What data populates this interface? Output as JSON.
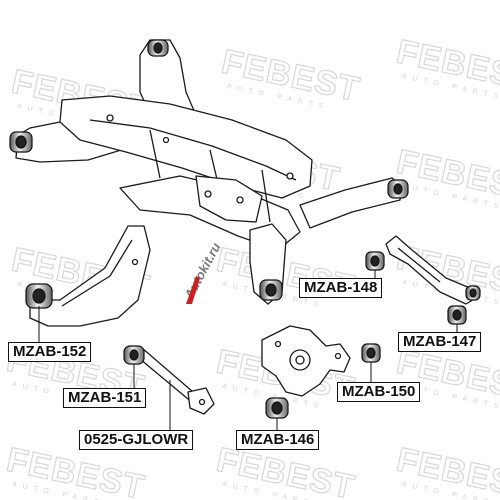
{
  "watermark": {
    "brand": "FEBEST",
    "tagline": "AUTO PARTS"
  },
  "logo": {
    "text": "Autokit.ru"
  },
  "parts": [
    {
      "id": "mzab-148",
      "label": "MZAB-148"
    },
    {
      "id": "mzab-147",
      "label": "MZAB-147"
    },
    {
      "id": "mzab-150",
      "label": "MZAB-150"
    },
    {
      "id": "mzab-146",
      "label": "MZAB-146"
    },
    {
      "id": "mzab-152",
      "label": "MZAB-152"
    },
    {
      "id": "mzab-151",
      "label": "MZAB-151"
    },
    {
      "id": "0525-gjlowr",
      "label": "0525-GJLOWR"
    }
  ]
}
